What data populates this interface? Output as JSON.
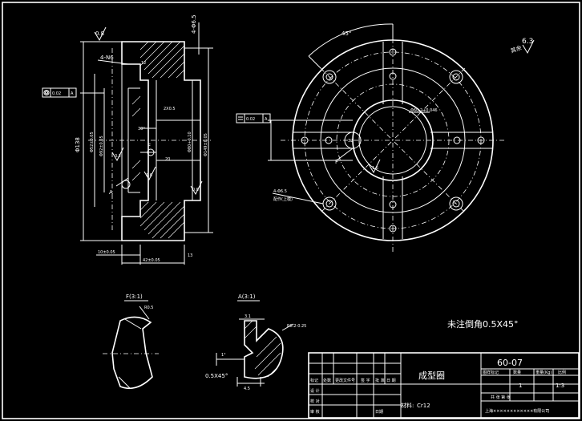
{
  "main_view": {
    "roughness_top": "0.8",
    "dim_top_right": "4-Φ6.5",
    "holes_label": "4-Ν6",
    "tolerance_left": "0.02",
    "datum_left": "A",
    "dim_r12": "12",
    "chamfer_05": "2X0.5",
    "angle_30": "30°",
    "dia_138": "Φ138",
    "dia_52": "Φ52±0.05",
    "dia_92": "Φ92±0.05",
    "dia_80": "Φ80+0.10",
    "dia_149": "Φ149±0.05",
    "dim_20": "20",
    "label_a": "A",
    "label_f": "F",
    "rough_32": "3.2",
    "rough_16": "1.6",
    "rough_08b": "0.8",
    "dim_10": "10±0.05",
    "dim_42": "42±0.05",
    "dim_13": "13"
  },
  "top_view": {
    "angle_45": "45°",
    "rough_63": "6.3",
    "rough_rest": "其余",
    "tolerance": "0.02",
    "datum": "A",
    "dia_60": "Φ60.2+0.046",
    "dim_32": "32",
    "label_f": "F",
    "rough_16": "1.6",
    "holes": "4-Φ6.5",
    "holes_note": "配作(上模)"
  },
  "detail_f": {
    "title": "F(3:1)",
    "radius": "R0.5"
  },
  "detail_a": {
    "title": "A(3:1)",
    "dim_top": "3.1",
    "radius": "R0.2-0.25",
    "angle": "1°",
    "chamfer": "0.5X45°",
    "dim_bottom": "4.5"
  },
  "note_chamfer": "未注倒角0.5X45°",
  "title_block": {
    "part_title": "成型圈",
    "drawing_no": "60-07",
    "col_stage": "图样标记",
    "col_qty": "数量",
    "col_weight": "重量(Kg)",
    "col_scale": "比例",
    "qty": "1",
    "scale": "1:3",
    "sheet": "共   张  第   张",
    "material_label": "材料:",
    "material": "Cr12",
    "company": "上海××××××××××××有限公司",
    "rows": [
      "标记",
      "处数",
      "更改文件号",
      "签 字",
      "日 期"
    ],
    "design": "设 计",
    "check": "校 对",
    "review": "审 核",
    "approve": "批 准",
    "date": "日期"
  }
}
